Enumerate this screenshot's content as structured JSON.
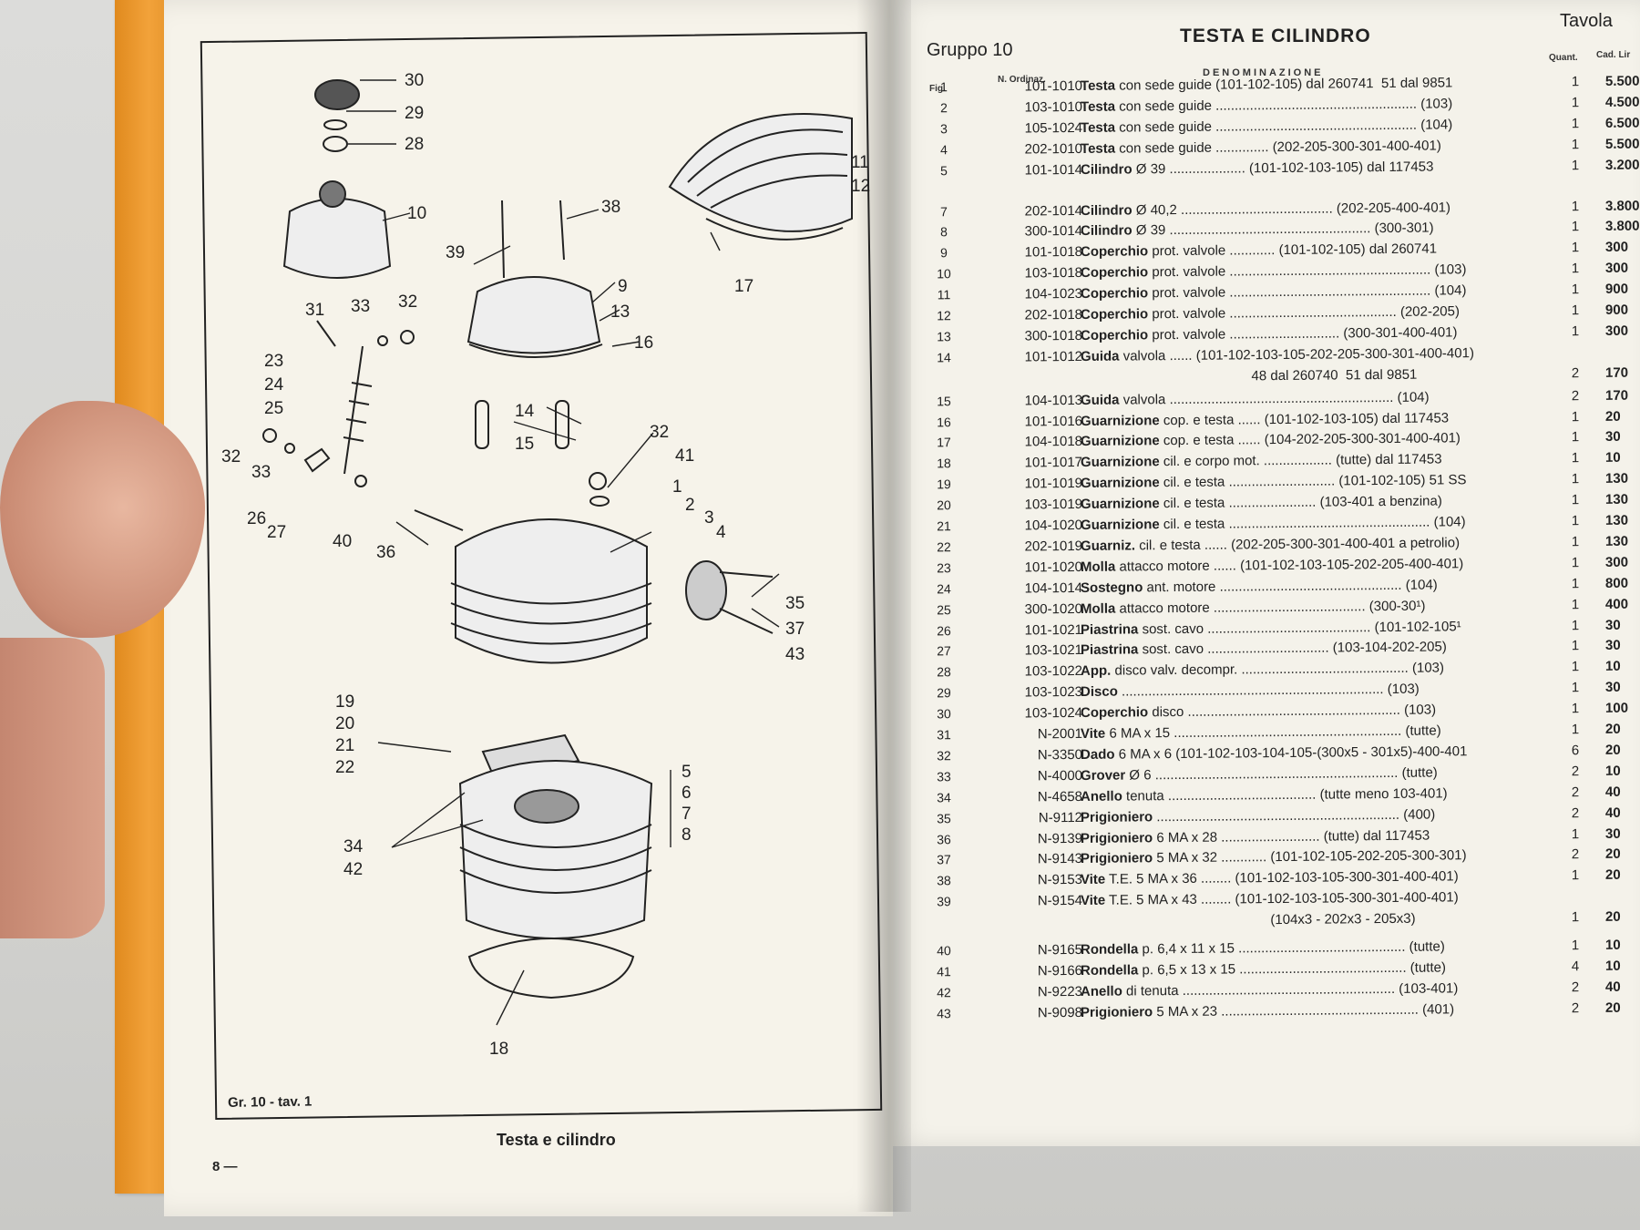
{
  "left_page": {
    "plate_code": "Gr. 10 - tav. 1",
    "caption": "Testa e cilindro",
    "page_number": "8 —",
    "part_labels": [
      "30",
      "29",
      "28",
      "10",
      "38",
      "39",
      "9",
      "13",
      "16",
      "17",
      "11",
      "12",
      "31",
      "33",
      "32",
      "23",
      "24",
      "25",
      "32",
      "33",
      "26",
      "27",
      "40",
      "14",
      "15",
      "32",
      "41",
      "36",
      "1",
      "2",
      "3",
      "4",
      "35",
      "37",
      "43",
      "19",
      "20",
      "21",
      "22",
      "5",
      "6",
      "7",
      "8",
      "34",
      "42",
      "18"
    ]
  },
  "right_page": {
    "group": "Gruppo 10",
    "title": "TESTA E CILINDRO",
    "tavola": "Tavola",
    "col_fig": "Fig.",
    "col_code": "N. Ordinaz.",
    "col_desc": "DENOMINAZIONE",
    "col_qty": "Quant.",
    "col_price": "Cad. Lir",
    "rows": [
      {
        "fig": "1",
        "code": "101-1010",
        "name": "Testa",
        "rest": " con sede guide (101-102-105) dal 260741  51 dal 9851",
        "qty": "1",
        "price": "5.500"
      },
      {
        "fig": "2",
        "code": "103-1010",
        "name": "Testa",
        "rest": " con sede guide ..................................................... (103)",
        "qty": "1",
        "price": "4.500"
      },
      {
        "fig": "3",
        "code": "105-1024",
        "name": "Testa",
        "rest": " con sede guide ..................................................... (104)",
        "qty": "1",
        "price": "6.500"
      },
      {
        "fig": "4",
        "code": "202-1010",
        "name": "Testa",
        "rest": " con sede guide .............. (202-205-300-301-400-401)",
        "qty": "1",
        "price": "5.500"
      },
      {
        "fig": "5",
        "code": "101-1014",
        "name": "Cilindro",
        "rest": " Ø 39 .................... (101-102-103-105) dal 117453",
        "qty": "1",
        "price": "3.200"
      },
      {
        "fig": "7",
        "code": "202-1014",
        "name": "Cilindro",
        "rest": " Ø 40,2 ........................................ (202-205-400-401)",
        "qty": "1",
        "price": "3.800"
      },
      {
        "fig": "8",
        "code": "300-1014",
        "name": "Cilindro",
        "rest": " Ø 39 ..................................................... (300-301)",
        "qty": "1",
        "price": "3.800"
      },
      {
        "fig": "9",
        "code": "101-1018",
        "name": "Coperchio",
        "rest": " prot. valvole ............ (101-102-105) dal 260741",
        "qty": "1",
        "price": "300"
      },
      {
        "fig": "10",
        "code": "103-1018",
        "name": "Coperchio",
        "rest": " prot. valvole ..................................................... (103)",
        "qty": "1",
        "price": "300"
      },
      {
        "fig": "11",
        "code": "104-1023",
        "name": "Coperchio",
        "rest": " prot. valvole ..................................................... (104)",
        "qty": "1",
        "price": "900"
      },
      {
        "fig": "12",
        "code": "202-1018",
        "name": "Coperchio",
        "rest": " prot. valvole ............................................ (202-205)",
        "qty": "1",
        "price": "900"
      },
      {
        "fig": "13",
        "code": "300-1018",
        "name": "Coperchio",
        "rest": " prot. valvole ............................. (300-301-400-401)",
        "qty": "1",
        "price": "300"
      },
      {
        "fig": "14",
        "code": "101-1012",
        "name": "Guida",
        "rest": " valvola ...... (101-102-103-105-202-205-300-301-400-401)",
        "qty": "",
        "price": ""
      },
      {
        "fig": "",
        "code": "",
        "name": "",
        "rest": "                                             48 dal 260740  51 dal 9851",
        "qty": "2",
        "price": "170"
      },
      {
        "fig": "15",
        "code": "104-1013",
        "name": "Guida",
        "rest": " valvola ........................................................... (104)",
        "qty": "2",
        "price": "170"
      },
      {
        "fig": "16",
        "code": "101-1016",
        "name": "Guarnizione",
        "rest": " cop. e testa ...... (101-102-103-105) dal 117453",
        "qty": "1",
        "price": "20"
      },
      {
        "fig": "17",
        "code": "104-1018",
        "name": "Guarnizione",
        "rest": " cop. e testa ...... (104-202-205-300-301-400-401)",
        "qty": "1",
        "price": "30"
      },
      {
        "fig": "18",
        "code": "101-1017",
        "name": "Guarnizione",
        "rest": " cil. e corpo mot. .................. (tutte) dal 117453",
        "qty": "1",
        "price": "10"
      },
      {
        "fig": "19",
        "code": "101-1019",
        "name": "Guarnizione",
        "rest": " cil. e testa ............................ (101-102-105) 51 SS",
        "qty": "1",
        "price": "130"
      },
      {
        "fig": "20",
        "code": "103-1019",
        "name": "Guarnizione",
        "rest": " cil. e testa ....................... (103-401 a benzina)",
        "qty": "1",
        "price": "130"
      },
      {
        "fig": "21",
        "code": "104-1020",
        "name": "Guarnizione",
        "rest": " cil. e testa ..................................................... (104)",
        "qty": "1",
        "price": "130"
      },
      {
        "fig": "22",
        "code": "202-1019",
        "name": "Guarniz.",
        "rest": " cil. e testa ...... (202-205-300-301-400-401 a petrolio)",
        "qty": "1",
        "price": "130"
      },
      {
        "fig": "23",
        "code": "101-1020",
        "name": "Molla",
        "rest": " attacco motore ...... (101-102-103-105-202-205-400-401)",
        "qty": "1",
        "price": "300"
      },
      {
        "fig": "24",
        "code": "104-1014",
        "name": "Sostegno",
        "rest": " ant. motore ................................................ (104)",
        "qty": "1",
        "price": "800"
      },
      {
        "fig": "25",
        "code": "300-1020",
        "name": "Molla",
        "rest": " attacco motore ........................................ (300-30¹)",
        "qty": "1",
        "price": "400"
      },
      {
        "fig": "26",
        "code": "101-1021",
        "name": "Piastrina",
        "rest": " sost. cavo ........................................... (101-102-105¹",
        "qty": "1",
        "price": "30"
      },
      {
        "fig": "27",
        "code": "103-1021",
        "name": "Piastrina",
        "rest": " sost. cavo ................................ (103-104-202-205)",
        "qty": "1",
        "price": "30"
      },
      {
        "fig": "28",
        "code": "103-1022",
        "name": "App.",
        "rest": " disco valv. decompr. ............................................ (103)",
        "qty": "1",
        "price": "10"
      },
      {
        "fig": "29",
        "code": "103-1023",
        "name": "Disco",
        "rest": " ..................................................................... (103)",
        "qty": "1",
        "price": "30"
      },
      {
        "fig": "30",
        "code": "103-1024",
        "name": "Coperchio",
        "rest": " disco ........................................................ (103)",
        "qty": "1",
        "price": "100"
      },
      {
        "fig": "31",
        "code": "N-2001",
        "name": "Vite",
        "rest": " 6 MA x 15 ............................................................ (tutte)",
        "qty": "1",
        "price": "20"
      },
      {
        "fig": "32",
        "code": "N-3350",
        "name": "Dado",
        "rest": " 6 MA x 6 (101-102-103-104-105-(300x5 - 301x5)-400-401",
        "qty": "6",
        "price": "20"
      },
      {
        "fig": "33",
        "code": "N-4000",
        "name": "Grover",
        "rest": " Ø 6 ................................................................ (tutte)",
        "qty": "2",
        "price": "10"
      },
      {
        "fig": "34",
        "code": "N-4658",
        "name": "Anello",
        "rest": " tenuta ....................................... (tutte meno 103-401)",
        "qty": "2",
        "price": "40"
      },
      {
        "fig": "35",
        "code": "N-9112",
        "name": "Prigioniero",
        "rest": " ................................................................ (400)",
        "qty": "2",
        "price": "40"
      },
      {
        "fig": "36",
        "code": "N-9139",
        "name": "Prigioniero",
        "rest": " 6 MA x 28 .......................... (tutte) dal 117453",
        "qty": "1",
        "price": "30"
      },
      {
        "fig": "37",
        "code": "N-9143",
        "name": "Prigioniero",
        "rest": " 5 MA x 32 ............ (101-102-105-202-205-300-301)",
        "qty": "2",
        "price": "20"
      },
      {
        "fig": "38",
        "code": "N-9153",
        "name": "Vite",
        "rest": " T.E. 5 MA x 36 ........ (101-102-103-105-300-301-400-401)",
        "qty": "1",
        "price": "20"
      },
      {
        "fig": "39",
        "code": "N-9154",
        "name": "Vite",
        "rest": " T.E. 5 MA x 43 ........ (101-102-103-105-300-301-400-401)",
        "qty": "",
        "price": ""
      },
      {
        "fig": "",
        "code": "",
        "name": "",
        "rest": "                                                  (104x3 - 202x3 - 205x3)",
        "qty": "1",
        "price": "20"
      },
      {
        "fig": "40",
        "code": "N-9165",
        "name": "Rondella",
        "rest": " p. 6,4 x 11 x 15 ............................................ (tutte)",
        "qty": "1",
        "price": "10"
      },
      {
        "fig": "41",
        "code": "N-9166",
        "name": "Rondella",
        "rest": " p. 6,5 x 13 x 15 ............................................ (tutte)",
        "qty": "4",
        "price": "10"
      },
      {
        "fig": "42",
        "code": "N-9223",
        "name": "Anello",
        "rest": " di tenuta ........................................................ (103-401)",
        "qty": "2",
        "price": "40"
      },
      {
        "fig": "43",
        "code": "N-9098",
        "name": "Prigioniero",
        "rest": " 5 MA x 23 .................................................... (401)",
        "qty": "2",
        "price": "20"
      }
    ]
  }
}
